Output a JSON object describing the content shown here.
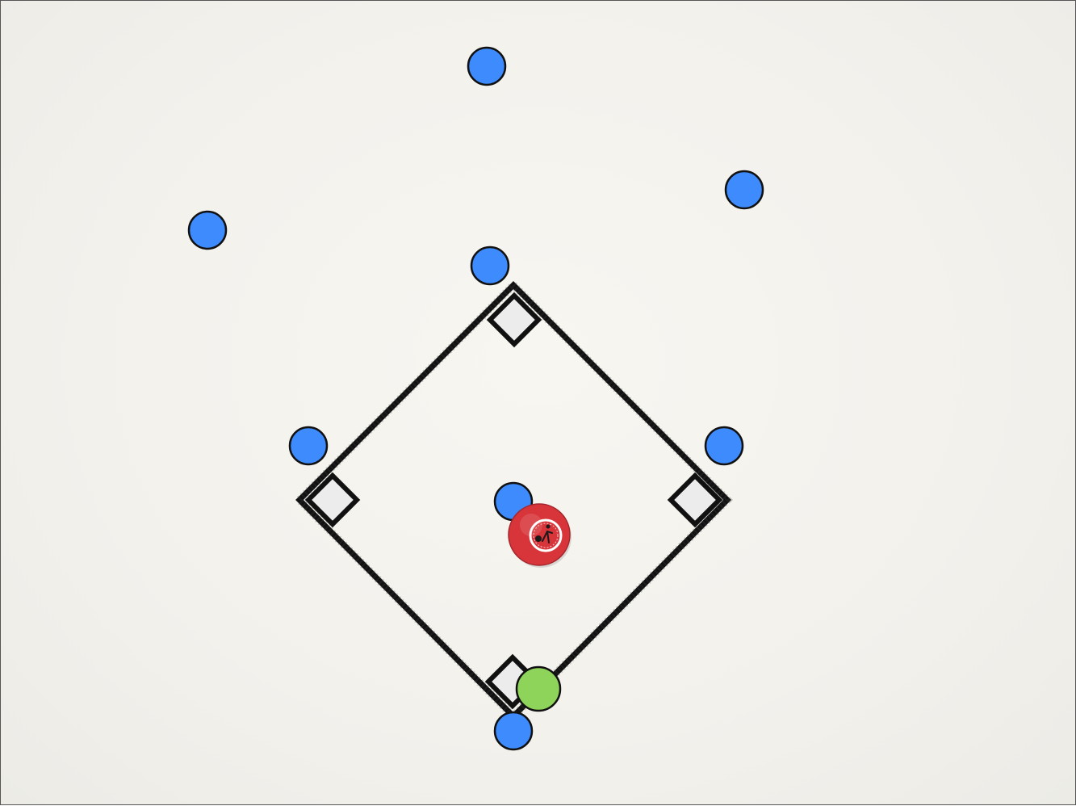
{
  "colors": {
    "background": "#f4f2ed",
    "line": "#111111",
    "base_fill": "#ececec",
    "fielder": "#3d8bfd",
    "kicker": "#8fd45a",
    "ball": "#d8353b"
  },
  "icons": {
    "fielder": "blue-circle",
    "kicker": "green-circle",
    "ball": "red-kickball-icon",
    "base": "white-square-base"
  },
  "bases": [
    "second",
    "first",
    "third",
    "home"
  ],
  "fielders": [
    {
      "role": "outfielder-center"
    },
    {
      "role": "outfielder-right"
    },
    {
      "role": "outfielder-left"
    },
    {
      "role": "second-baseman"
    },
    {
      "role": "third-baseman"
    },
    {
      "role": "first-baseman"
    },
    {
      "role": "pitcher"
    },
    {
      "role": "catcher"
    }
  ],
  "kicker": {
    "role": "kicker"
  }
}
